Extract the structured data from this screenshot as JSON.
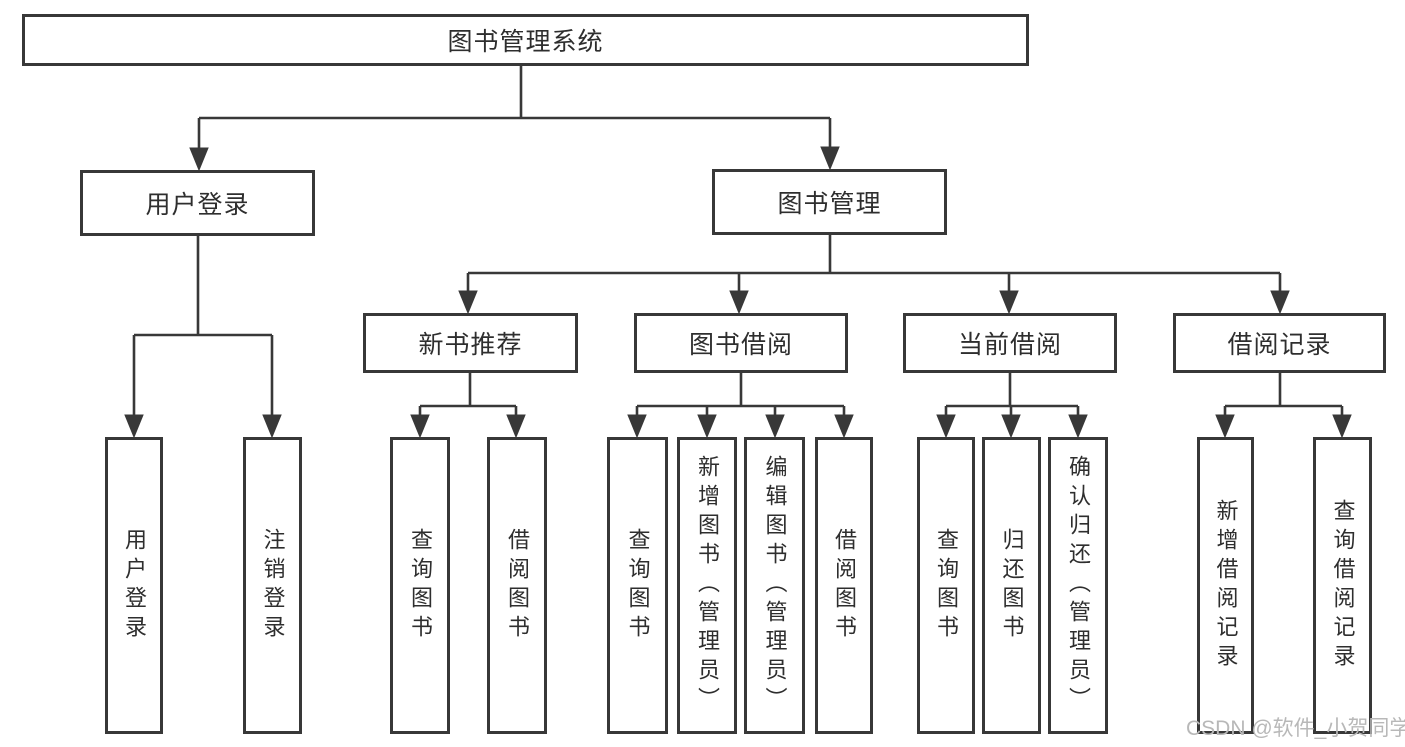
{
  "tree": {
    "root": {
      "label": "图书管理系统",
      "children": [
        {
          "label": "用户登录",
          "children": [
            {
              "label": "用户登录"
            },
            {
              "label": "注销登录"
            }
          ]
        },
        {
          "label": "图书管理",
          "children": [
            {
              "label": "新书推荐",
              "children": [
                {
                  "label": "查询图书"
                },
                {
                  "label": "借阅图书"
                }
              ]
            },
            {
              "label": "图书借阅",
              "children": [
                {
                  "label": "查询图书"
                },
                {
                  "label": "新增图书（管理员）"
                },
                {
                  "label": "编辑图书（管理员）"
                },
                {
                  "label": "借阅图书"
                }
              ]
            },
            {
              "label": "当前借阅",
              "children": [
                {
                  "label": "查询图书"
                },
                {
                  "label": "归还图书"
                },
                {
                  "label": "确认归还（管理员）"
                }
              ]
            },
            {
              "label": "借阅记录",
              "children": [
                {
                  "label": "新增借阅记录"
                },
                {
                  "label": "查询借阅记录"
                }
              ]
            }
          ]
        }
      ]
    }
  },
  "watermark": "CSDN @软件_小贺同学",
  "colors": {
    "line": "#383838",
    "box_border": "#383838",
    "box_background": "#ffffff",
    "text": "#2e2e2e",
    "watermark": "#b8b8b8",
    "page_background": "#ffffff"
  }
}
